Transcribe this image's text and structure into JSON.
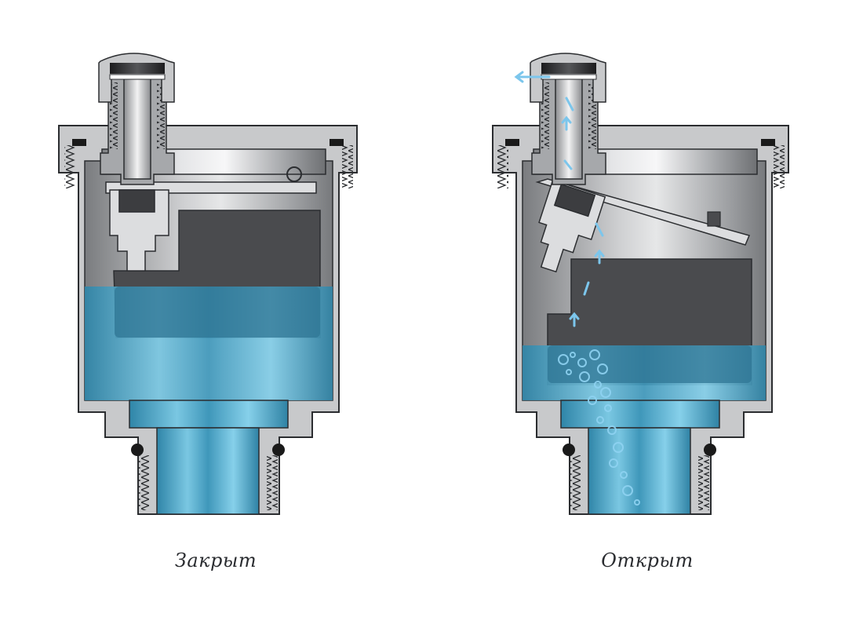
{
  "diagram": {
    "subject": "automatic air vent valve cross-section",
    "panels": [
      {
        "id": "closed",
        "caption": "Закрыт",
        "state": "closed",
        "float_position": "raised",
        "water_level": "high"
      },
      {
        "id": "open",
        "caption": "Открыт",
        "state": "open",
        "float_position": "lowered",
        "water_level": "low",
        "air_bubbles": true,
        "air_flow_arrows": true
      }
    ]
  },
  "colors": {
    "background": "#ffffff",
    "body_metal": "#c8c9cb",
    "metal_outline": "#2b2d30",
    "interior_dark": "#8f9194",
    "interior_light": "#d9dadc",
    "float": "#4a4b4e",
    "seal_black": "#1a1a1a",
    "water": "#3b8fb0",
    "water_light": "#74c4e0",
    "air_arrow": "#7cc6ec",
    "caption_text": "#2a2c30"
  }
}
